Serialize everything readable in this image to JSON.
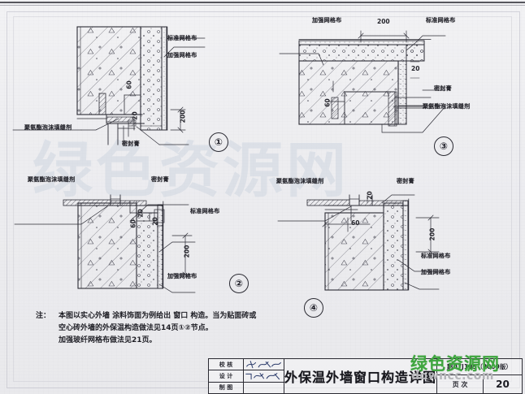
{
  "document": {
    "title": "外保温外墙窗口构造详图",
    "drawing_code": "黔07J105（2009版）",
    "page_label": "页  次",
    "page_number": "20"
  },
  "title_block": {
    "rows": [
      {
        "key": "校  核"
      },
      {
        "key": "设  计"
      },
      {
        "key": "制  图"
      }
    ]
  },
  "labels": {
    "standard_mesh": "标准网格布",
    "reinforced_mesh": "加强网格布",
    "pu_foam_sealant": "聚氨酯泡沫填缝剂",
    "sealant_paste": "密封膏"
  },
  "dimensions": {
    "d200": "200",
    "d60": "60",
    "d20": "20"
  },
  "details": [
    {
      "number": "①",
      "callouts": [
        "标准网格布",
        "加强网格布",
        "聚氨酯泡沫填缝剂",
        "密封膏"
      ],
      "dims": [
        "200",
        "60",
        "20"
      ]
    },
    {
      "number": "②",
      "callouts": [
        "聚氨酯泡沫填缝剂",
        "密封膏",
        "标准网格布",
        "加强网格布"
      ],
      "dims": [
        "200",
        "60",
        "20",
        "20"
      ]
    },
    {
      "number": "③",
      "callouts": [
        "加强网格布",
        "标准网格布",
        "密封膏",
        "聚氨酯泡沫填缝剂"
      ],
      "dims": [
        "200",
        "60",
        "20"
      ]
    },
    {
      "number": "④",
      "callouts": [
        "聚氨酯泡沫填缝剂",
        "密封膏",
        "标准网格布",
        "加强网格布"
      ],
      "dims": [
        "200",
        "60",
        "20"
      ]
    }
  ],
  "note": {
    "prefix": "注：",
    "line1": "本图以实心外墙 涂料饰面为例给出 窗口 构造。当为贴面砖或",
    "line2": "空心砖外墙的外保温构造做法见14页①②节点。",
    "line3": "加强玻纤网格布做法见21页。"
  },
  "watermark": {
    "green": "绿色资源网",
    "gray": "downcc.com",
    "background": "绿色资源网"
  },
  "colors": {
    "paper": "#eeeef1",
    "ink": "#23232a",
    "watermark_green": "#3fa63f",
    "watermark_gray": "#b4b4b8"
  }
}
